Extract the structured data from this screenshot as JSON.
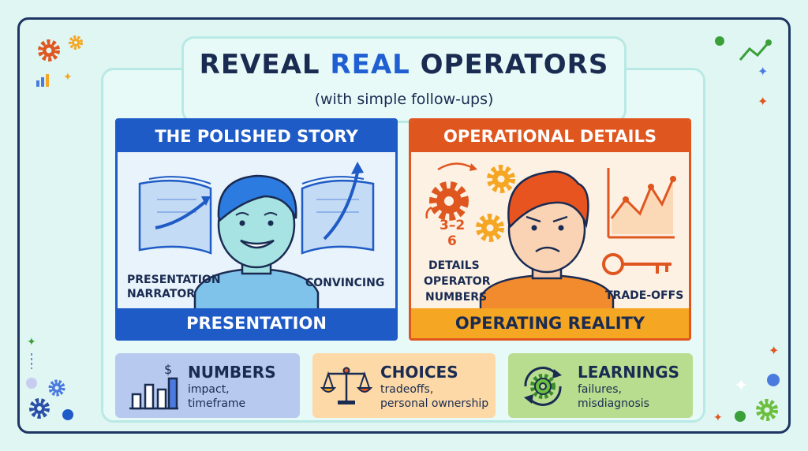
{
  "header": {
    "title_part1": "REVEAL ",
    "title_highlight": "REAL",
    "title_part2": " OPERATORS",
    "subtitle": "(with simple follow-ups)"
  },
  "left_card": {
    "heading": "THE POLISHED STORY",
    "footer": "PRESENTATION",
    "labels": [
      "PRESENTATION",
      "NARRATOR",
      "CONVINCING"
    ]
  },
  "right_card": {
    "heading": "OPERATIONAL DETAILS",
    "footer": "OPERATING REALITY",
    "math": [
      "3–2",
      "6"
    ],
    "labels": [
      "DETAILS",
      "OPERATOR",
      "NUMBERS",
      "TRADE-OFFS"
    ]
  },
  "tiles": [
    {
      "title": "NUMBERS",
      "desc": [
        "impact,",
        "timeframe"
      ],
      "color": "#b7c9ee",
      "icon": "bar-chart-dollar-icon"
    },
    {
      "title": "CHOICES",
      "desc": [
        "tradeoffs,",
        "personal ownership"
      ],
      "color": "#fcd9a6",
      "icon": "scales-icon"
    },
    {
      "title": "LEARNINGS",
      "desc": [
        "failures,",
        "misdiagnosis"
      ],
      "color": "#b8dd8f",
      "icon": "gear-cycle-icon"
    }
  ],
  "colors": {
    "blue": "#1e5bc6",
    "orange": "#e0561f",
    "navy": "#1a2b52",
    "mint": "#dff6f3"
  }
}
